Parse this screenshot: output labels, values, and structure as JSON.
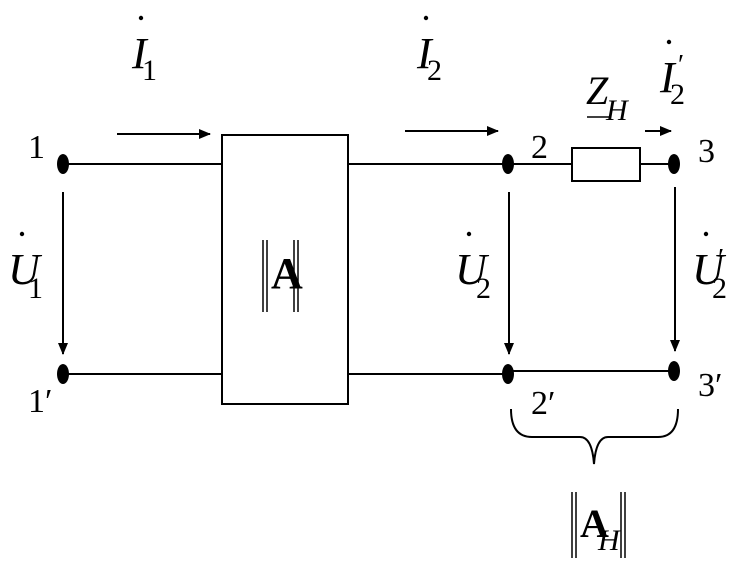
{
  "labels": {
    "current_1": "I",
    "current_1_sub": "1",
    "current_2": "I",
    "current_2_sub": "2",
    "current_2p": "I",
    "current_2p_sub": "2",
    "current_2p_prime": "′",
    "impedance": "Z",
    "impedance_sub": "H",
    "voltage_1": "U",
    "voltage_1_sub": "1",
    "voltage_2": "U",
    "voltage_2_sub": "2",
    "voltage_2p": "U",
    "voltage_2p_sub": "2",
    "voltage_2p_prime": "′",
    "matrix_A": "A",
    "matrix_AH": "A",
    "matrix_AH_sub": "H"
  },
  "nodes": {
    "n1": "1",
    "n1p": "1′",
    "n2": "2",
    "n2p": "2′",
    "n3": "3",
    "n3p": "3′"
  }
}
